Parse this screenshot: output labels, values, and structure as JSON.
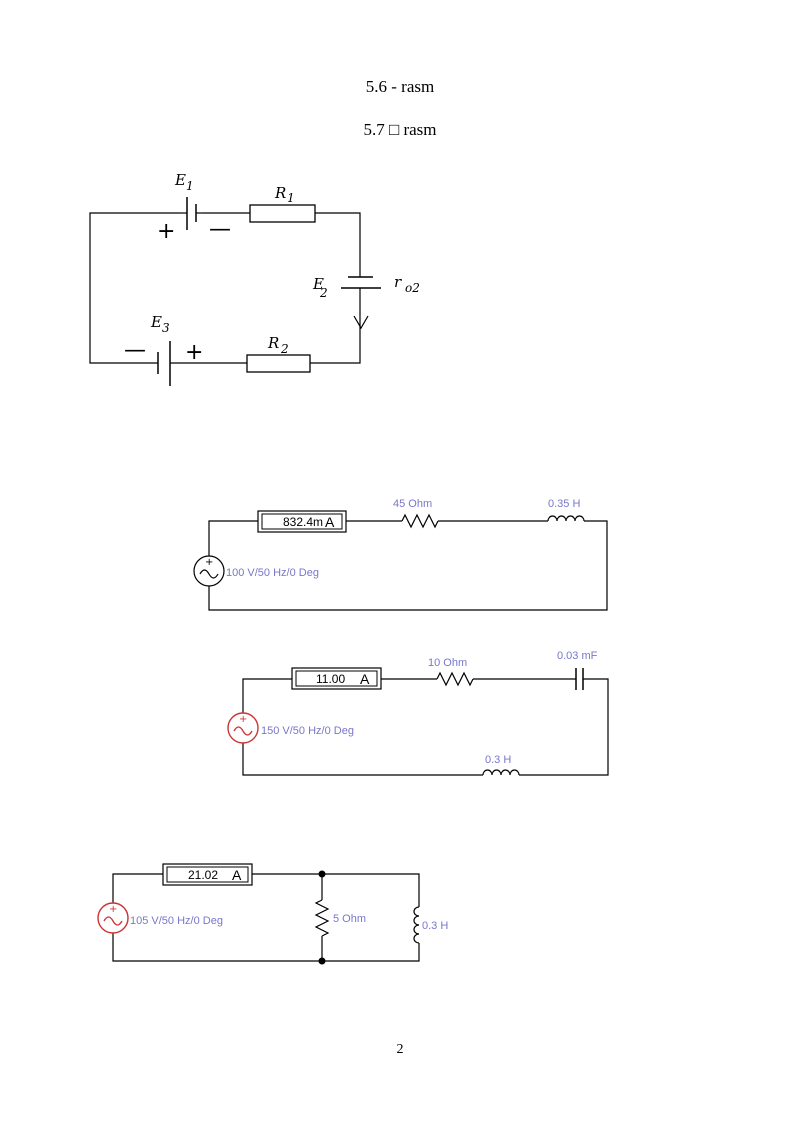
{
  "captions": {
    "fig56": "5.6 - rasm",
    "fig57": "5.7 □ rasm"
  },
  "circuit1": {
    "e1": "E",
    "e1_sub": "1",
    "r1": "R",
    "r1_sub": "1",
    "e2": "E",
    "e2_sub": "2",
    "r02": "r",
    "r02_sub": "o2",
    "e3": "E",
    "e3_sub": "3",
    "r2": "R",
    "r2_sub": "2",
    "plus": "+",
    "minus": "—"
  },
  "circuit2": {
    "ammeter": "832.4m",
    "ammeter_unit": "A",
    "resistor": "45  Ohm",
    "inductor": "0.35 H",
    "source": "100 V/50 Hz/0 Deg",
    "source_plus": "+"
  },
  "circuit3": {
    "ammeter": "11.00",
    "ammeter_unit": "A",
    "resistor": "10  Ohm",
    "capacitor": "0.03 mF",
    "inductor": "0.3 H",
    "source": "150 V/50 Hz/0 Deg",
    "source_plus": "+"
  },
  "circuit4": {
    "ammeter": "21.02",
    "ammeter_unit": "A",
    "resistor": "5  Ohm",
    "inductor": "0.3 H",
    "source": "105 V/50 Hz/0 Deg",
    "source_plus": "+"
  },
  "page_number": "2",
  "colors": {
    "label_blue": "#7777cc",
    "source_red": "#cc3333"
  }
}
